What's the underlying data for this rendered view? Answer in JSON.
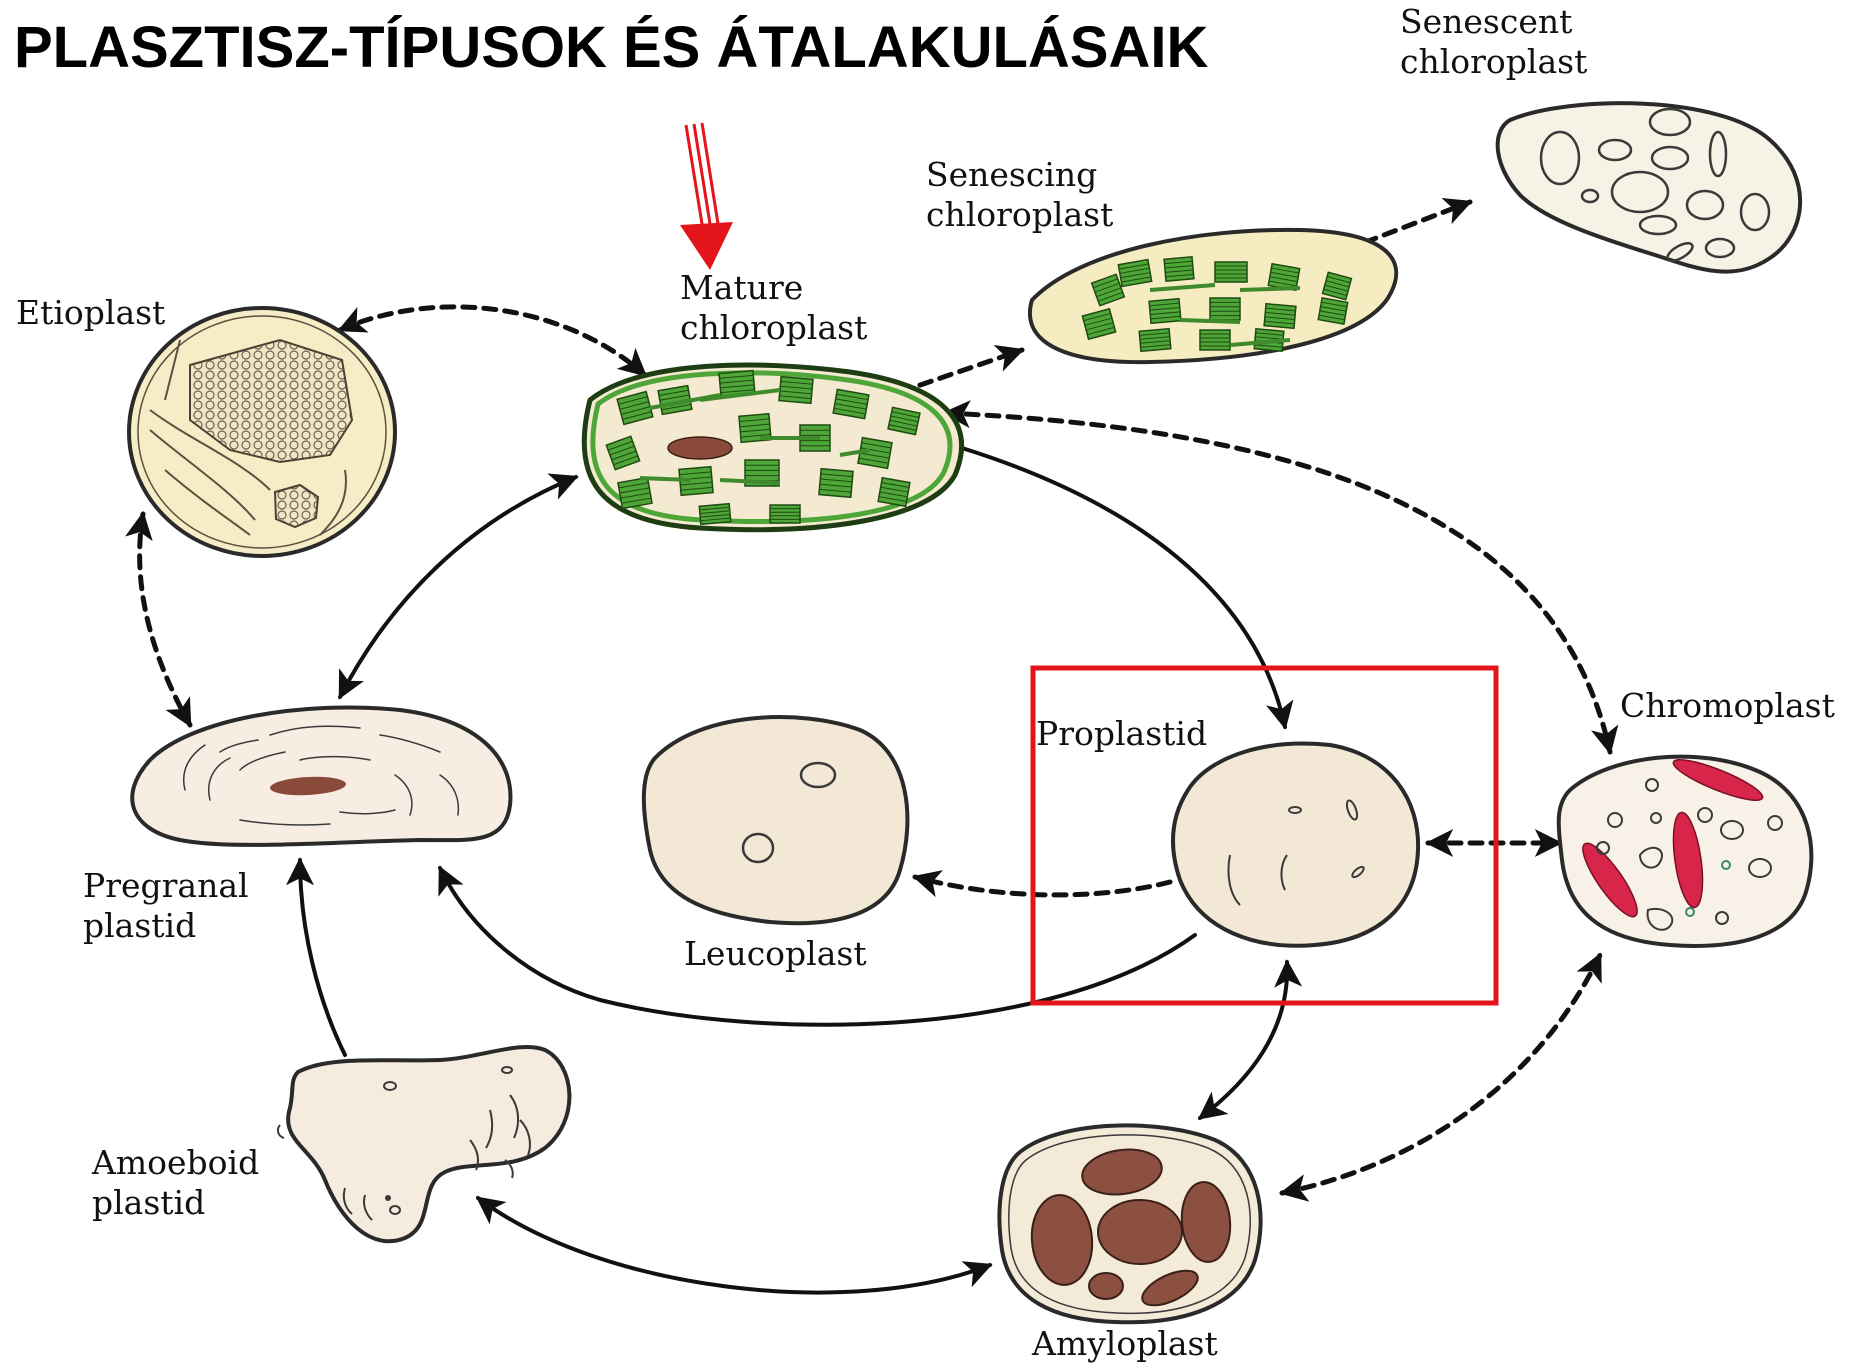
{
  "title": "PLASZTISZ-TÍPUSOK ÉS ÁTALAKULÁSAIK",
  "labels": {
    "etioplast": "Etioplast",
    "mature_chloroplast": "Mature\nchloroplast",
    "senescing_chloroplast": "Senescing\nchloroplast",
    "senescent_chloroplast": "Senescent\nchloroplast",
    "chromoplast": "Chromoplast",
    "proplastid": "Proplastid",
    "leucoplast": "Leucoplast",
    "pregranal_plastid": "Pregranal\nplastid",
    "amoeboid_plastid": "Amoeboid\nplastid",
    "amyloplast": "Amyloplast"
  },
  "colors": {
    "stroma": "#f4ead8",
    "etioplast_stroma": "#f6ecc6",
    "thylakoid_green": "#4fa638",
    "chloroplast_outline": "#2f6b1e",
    "starch_brown": "#8a4a3a",
    "chromoplast_red": "#d8264a",
    "highlight_red": "#e3151a",
    "arrow": "#111111"
  },
  "highlight": {
    "target": "Proplastid",
    "marker": "red-rectangle"
  },
  "pointer": {
    "target": "Mature chloroplast",
    "marker": "red-arrow"
  }
}
